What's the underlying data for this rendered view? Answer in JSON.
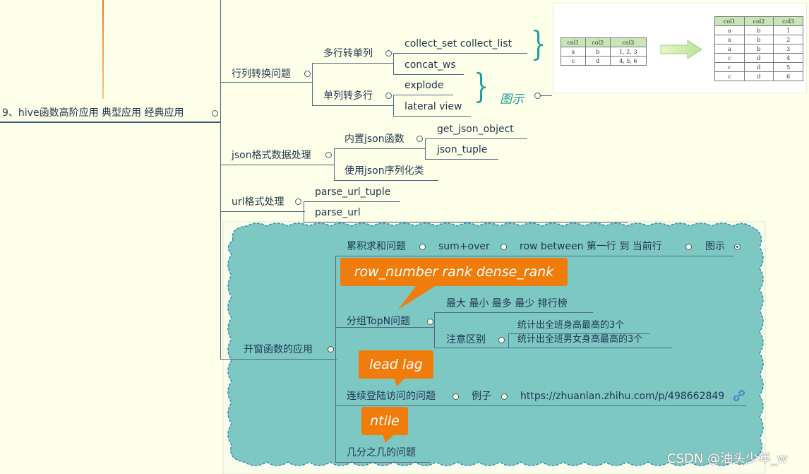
{
  "root": {
    "label": "9、hive函数高阶应用  典型应用  经典应用"
  },
  "branches": {
    "row_col": {
      "label": "行列转换问题",
      "multi_row_to_col": {
        "label": "多行转单列",
        "items": [
          "collect_set  collect_list",
          "concat_ws"
        ]
      },
      "col_to_multi_row": {
        "label": "单列转多行",
        "items": [
          "explode",
          "lateral view"
        ]
      },
      "figure_label": "图示"
    },
    "json": {
      "label": "json格式数据处理",
      "builtin": {
        "label": "内置json函数",
        "items": [
          "get_json_object",
          "json_tuple"
        ]
      },
      "serde": "使用json序列化类"
    },
    "url": {
      "label": "url格式处理",
      "items": [
        "parse_url_tuple",
        "parse_url"
      ]
    },
    "window": {
      "label": "开窗函数的应用",
      "cumulative": {
        "label": "累积求和问题",
        "chain": [
          "sum+over",
          "row between  第一行 到  当前行",
          "图示"
        ]
      },
      "topn": {
        "label": "分组TopN问题",
        "callout": "row_number   rank  dense_rank",
        "items": [
          "最大  最小  最多  最少 排行榜"
        ],
        "attention": {
          "label": "注意区别",
          "items": [
            "统计出全班身高最高的3个",
            "统计出全班男女身高最高的3个"
          ]
        }
      },
      "login": {
        "label": "连续登陆访问的问题",
        "callout": "lead  lag",
        "example": "例子",
        "link": "https://zhuanlan.zhihu.com/p/498662849"
      },
      "fraction": {
        "label": "几分之几的问题",
        "callout": "ntile"
      }
    }
  },
  "figure": {
    "left_table": {
      "headers": [
        "col1",
        "col2",
        "col3"
      ],
      "rows": [
        [
          "a",
          "b",
          "1, 2, 3"
        ],
        [
          "c",
          "d",
          "4, 5, 6"
        ]
      ]
    },
    "right_table": {
      "headers": [
        "col1",
        "col2",
        "col3"
      ],
      "rows": [
        [
          "a",
          "b",
          "1"
        ],
        [
          "a",
          "b",
          "2"
        ],
        [
          "a",
          "b",
          "3"
        ],
        [
          "c",
          "d",
          "4"
        ],
        [
          "c",
          "d",
          "5"
        ],
        [
          "c",
          "d",
          "6"
        ]
      ]
    }
  },
  "watermark": "CSDN @油头少年_w",
  "colors": {
    "line": "#3f5c7c",
    "accent": "#f07c0c",
    "cloud": "#7ec8c4",
    "cloud_border": "#3a8fb0",
    "brace": "#1f9c9a"
  }
}
